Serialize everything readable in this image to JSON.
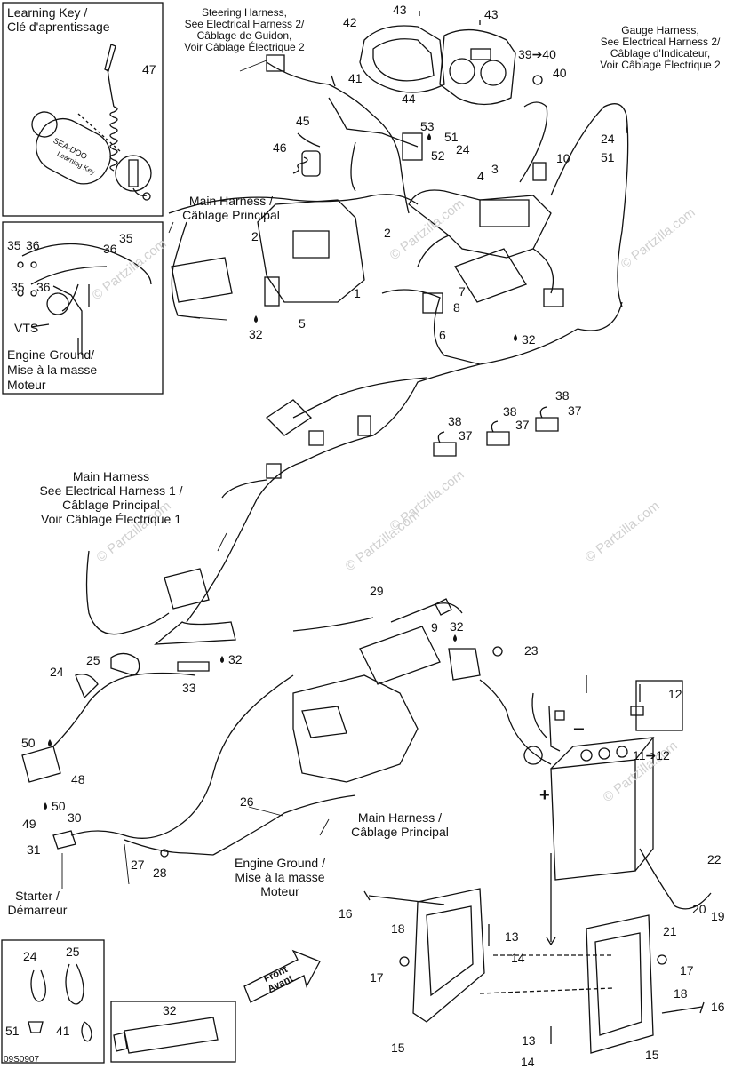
{
  "watermark": "© Partzilla.com",
  "diagram_code": "09S0907",
  "inset_learning_key": {
    "title": "Learning Key /",
    "title2": "Clé d'aprentissage",
    "part": "47",
    "key_brand": "SEA-DOO",
    "key_text": "Learning Key"
  },
  "inset_ground": {
    "parts": [
      "35",
      "36",
      "36",
      "35",
      "35",
      "36"
    ],
    "vts": "VTS",
    "ground1": "Engine Ground/",
    "ground2": "Mise à la masse",
    "ground3": "Moteur"
  },
  "labels": {
    "steering_harness": [
      "Steering Harness,",
      "See Electrical Harness 2/",
      "Câblage de Guidon,",
      "Voir Câblage Électrique 2"
    ],
    "gauge_harness": [
      "Gauge Harness,",
      "See Electrical Harness 2/",
      "Câblage d'Indicateur,",
      "Voir Câblage Électrique 2"
    ],
    "main_harness_top": [
      "Main Harness /",
      "Câblage Principal"
    ],
    "main_harness_mid": [
      "Main Harness",
      "See Electrical Harness 1 /",
      "Câblage Principal",
      "Voir Câblage Électrique 1"
    ],
    "main_harness_bottom": [
      "Main Harness /",
      "Câblage Principal"
    ],
    "engine_ground": [
      "Engine Ground /",
      "Mise à la masse",
      "Moteur"
    ],
    "starter": [
      "Starter /",
      "Démarreur"
    ],
    "front": [
      "Front",
      "Avant"
    ],
    "battery_plus": "+",
    "battery_minus": "−"
  },
  "callouts": {
    "n43a": "43",
    "n43b": "43",
    "n42": "42",
    "n39": "39➔40",
    "n40": "40",
    "n41": "41",
    "n44": "44",
    "n45": "45",
    "n46": "46",
    "n53": "53",
    "n52": "52",
    "n51a": "51",
    "n24a": "24",
    "n24b": "24",
    "n51b": "51",
    "n3": "3",
    "n4": "4",
    "n10": "10",
    "n2a": "2",
    "n2b": "2",
    "n1": "1",
    "n5": "5",
    "n32a": "32",
    "n7": "7",
    "n8": "8",
    "n6": "6",
    "n32b": "32",
    "n38a": "38",
    "n37a": "37",
    "n38b": "38",
    "n37b": "37",
    "n38c": "38",
    "n37c": "37",
    "n29": "29",
    "n9": "9",
    "n32c": "32",
    "n23": "23",
    "n25": "25",
    "n32d": "32",
    "n24c": "24",
    "n33": "33",
    "n12": "12",
    "n11": "11➔12",
    "n50a": "50",
    "n48": "48",
    "n49": "49",
    "n50b": "50",
    "n30": "30",
    "n31": "31",
    "n26": "26",
    "n27": "27",
    "n28": "28",
    "n22": "22",
    "n20": "20",
    "n19": "19",
    "n21": "21",
    "n16a": "16",
    "n18a": "18",
    "n13a": "13",
    "n14a": "14",
    "n17a": "17",
    "n15a": "15",
    "n17b": "17",
    "n18b": "18",
    "n16b": "16",
    "n13b": "13",
    "n14b": "14",
    "n15b": "15"
  },
  "legend_box": {
    "items": [
      "24",
      "25",
      "51",
      "41"
    ]
  },
  "tube_box": {
    "part": "32"
  }
}
